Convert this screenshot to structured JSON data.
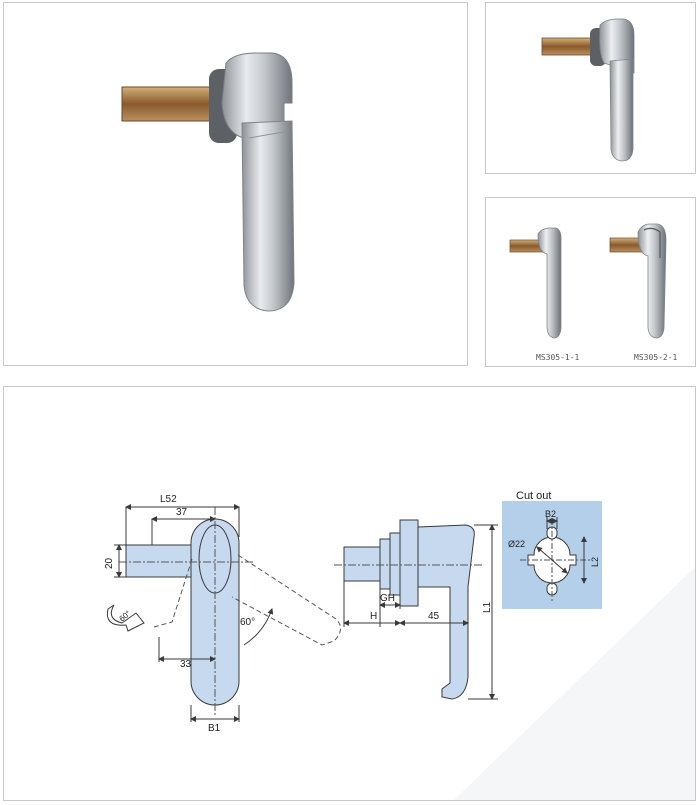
{
  "variants": {
    "a_label": "MS305-1-1",
    "b_label": "MS305-2-1"
  },
  "drawing": {
    "L52": "L52",
    "d37": "37",
    "d20": "20",
    "d60_arrow": "60°",
    "d60": "60°",
    "d33": "33",
    "B1": "B1",
    "GH": "GH",
    "H": "H",
    "d45": "45",
    "L1": "L1",
    "cutout_title": "Cut out",
    "B2": "B2",
    "dia22": "Ø22",
    "L2": "L2"
  },
  "colors": {
    "part_fill": "#c6d9ef",
    "cutout_fill": "#b4cfea",
    "line": "#3a3a3a"
  }
}
